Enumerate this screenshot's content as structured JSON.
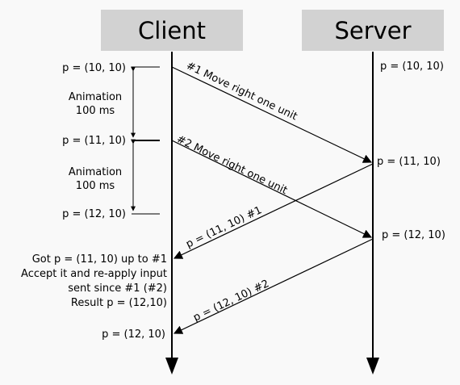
{
  "actors": {
    "client": "Client",
    "server": "Server"
  },
  "client_positions": {
    "p0": "p = (10, 10)",
    "p1": "p = (11, 10)",
    "p2": "p = (12, 10)",
    "final": "p = (12, 10)"
  },
  "server_positions": {
    "p0": "p = (10, 10)",
    "p1": "p = (11, 10)",
    "p2": "p = (12, 10)"
  },
  "animations": [
    {
      "line1": "Animation",
      "line2": "100 ms"
    },
    {
      "line1": "Animation",
      "line2": "100 ms"
    }
  ],
  "messages": {
    "move1": "#1 Move right one unit",
    "move2": "#2 Move right one unit",
    "reply1": "p = (11, 10) #1",
    "reply2": "p = (12, 10) #2"
  },
  "reconcile_note": [
    "Got p = (11, 10) up to #1",
    "Accept it and re-apply input",
    "sent since #1 (#2)",
    "Result p = (12,10)"
  ],
  "colors": {
    "background": "#f9f9f9",
    "header_box": "#d2d2d2",
    "line": "#000000"
  }
}
